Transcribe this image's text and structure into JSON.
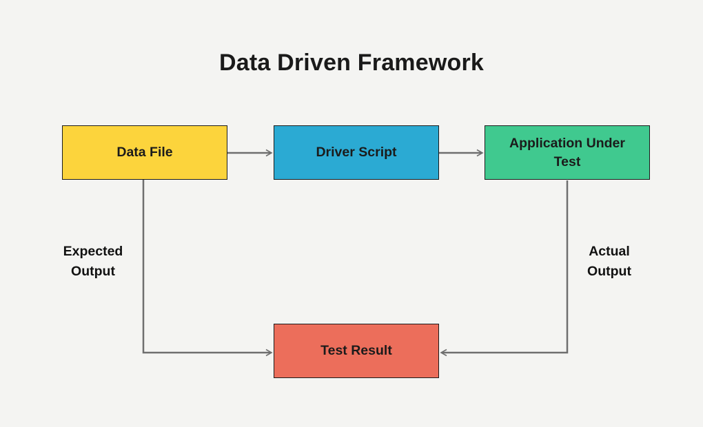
{
  "title": "Data Driven Framework",
  "colors": {
    "background": "#f4f4f2",
    "title_text": "#1a1a1a",
    "node_border": "#1a1a1a",
    "node_text": "#1b1b1b",
    "connector": "#6e6e6e",
    "edge_label_text": "#111111",
    "data_file_fill": "#fcd43c",
    "driver_script_fill": "#2baad3",
    "application_under_test_fill": "#40c98f",
    "test_result_fill": "#ec6e5b"
  },
  "nodes": [
    {
      "id": "data-file",
      "label": "Data File"
    },
    {
      "id": "driver-script",
      "label": "Driver Script"
    },
    {
      "id": "application-under-test",
      "label": "Application Under Test"
    },
    {
      "id": "test-result",
      "label": "Test Result"
    }
  ],
  "edge_labels": [
    {
      "id": "expected-output",
      "label": "Expected Output"
    },
    {
      "id": "actual-output",
      "label": "Actual Output"
    }
  ]
}
